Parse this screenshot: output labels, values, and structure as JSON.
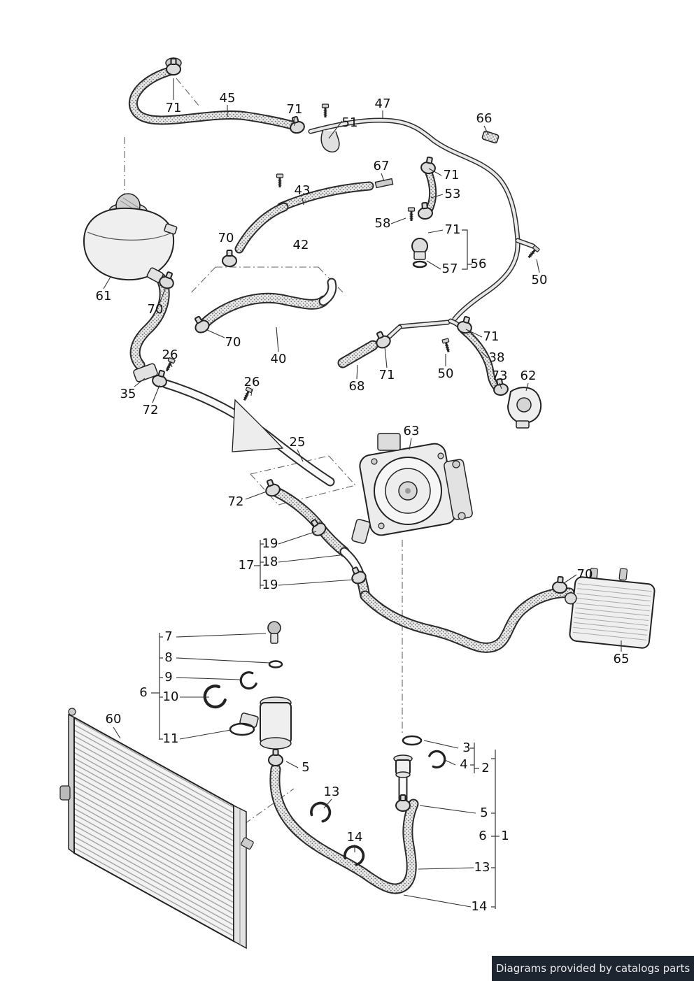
{
  "footer": {
    "text": "Diagrams provided by catalogs parts",
    "bg": "#1d2531",
    "fg": "#eaeaea"
  },
  "diagram": {
    "callouts": [
      "71",
      "45",
      "71",
      "51",
      "47",
      "66",
      "67",
      "43",
      "71",
      "53",
      "58",
      "71",
      "70",
      "42",
      "57",
      "56",
      "50",
      "61",
      "70",
      "70",
      "40",
      "26",
      "35",
      "72",
      "26",
      "71",
      "68",
      "50",
      "71",
      "38",
      "73",
      "62",
      "25",
      "63",
      "72",
      "19",
      "17",
      "18",
      "19",
      "70",
      "7",
      "8",
      "9",
      "6",
      "10",
      "60",
      "11",
      "65",
      "5",
      "13",
      "3",
      "4",
      "2",
      "14",
      "5",
      "6",
      "1",
      "13",
      "14"
    ]
  }
}
